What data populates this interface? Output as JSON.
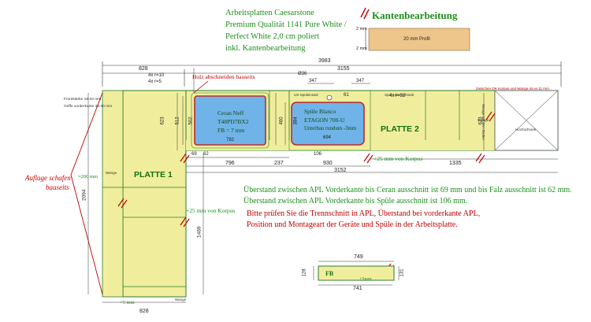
{
  "header": {
    "line1": "Arbeitsplatten Caesarstone",
    "line2": "Premium Qualität 1141 Pure White /",
    "line3": "Perfect White 2,0 cm poliert",
    "line4": "inkl. Kantenbearbeitung"
  },
  "edge_legend": {
    "title": "Kantenbearbeitung",
    "sample_label": "20 mm Profil",
    "dim_top": "2 mm",
    "dim_bottom": "2 mm"
  },
  "plates": {
    "plate1": "PLATTE 1",
    "plate2": "PLATTE 2"
  },
  "cooktop": {
    "line1": "Ceran Neff",
    "line2": "T48PD7BX2",
    "line3": "FB = 7 mm",
    "width": "782",
    "depth1": "502",
    "depth2": "512",
    "depth3": "623"
  },
  "sink": {
    "line1": "Spüle Blanco",
    "line2": "ETAGON 700-U",
    "line3": "Unterbau rundum -3mm",
    "width": "694",
    "depth1": "384",
    "depth2": "460",
    "depth3": "623"
  },
  "dimensions": {
    "overall": "3983",
    "d828_top": "828",
    "d3155": "3155",
    "r10": "4x r=10",
    "r5": "4x r=5",
    "r32": "4x r=32",
    "d36": "Ø36",
    "d347a": "347",
    "d347b": "347",
    "d61": "61",
    "d69": "69",
    "d62": "62",
    "d796": "796",
    "d237": "237",
    "d106": "106",
    "d930": "930",
    "d3152": "3152",
    "d1335": "1335",
    "d2094": "2094",
    "d1469": "1469",
    "d828_bottom": "828",
    "d200": "≈200 mm",
    "d25_left": "+25 mm von Korpus",
    "d25_right": "+25 mm von Korpus",
    "d5": "+5 mm",
    "d623": "623"
  },
  "notes": {
    "wood": "Holz abschneiden bauseits",
    "support_line1": "Auflage schafen",
    "support_line2": "bauseits",
    "front_line1": "Frontstärke 18-20 mm",
    "front_line2": "Griffe vorderkante 38-40 mm",
    "info1": "Überstand zwischen APL Vorderkante bis Ceran ausschnitt ist 69 mm und bis Falz ausschnitt ist 62 mm.",
    "info2": "Überstand zwischen APL Vorderkante bis Spüle ausschnitt ist 106 mm.",
    "info3": "Bitte prüfen Sie die Trennschnitt in APL, Überstand bei vorderkante APL,",
    "info4": "Position und Montageart der Geräte und Spüle in der Arbeitsplatte.",
    "small_wange1": "Wange",
    "small_wange2": "Wange",
    "small_wange3": "Wange",
    "small_note_right": "Zwischen OK Korpus und Wange ist es 11 mm",
    "small_us": "US-Spüleinsatz",
    "small_spul": "Spül-Unterschrank",
    "small_hoch": "Hochschrank",
    "small_wange_right": "Wange auf dem Boden"
  },
  "strip": {
    "label": "FB",
    "d749": "749",
    "d741": "741",
    "d128": "128",
    "d131": "131",
    "d5": "+5mm"
  },
  "colors": {
    "counter_fill": "#f0ee9c",
    "counter_stroke": "#2e7d2e",
    "cutout_fill": "#6fb3e8",
    "cutout_stroke": "#c0282d",
    "dim_line": "#333333",
    "red": "#c00000",
    "green_text": "#1d8f1d",
    "edge_sample": "#eec58a"
  }
}
